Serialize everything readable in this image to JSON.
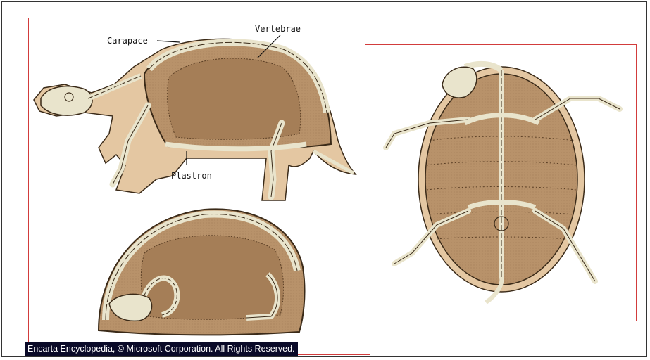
{
  "labels": {
    "carapace": "Carapace",
    "vertebrae": "Vertebrae",
    "plastron": "Plastron"
  },
  "credit": "Encarta Encyclopedia, © Microsoft Corporation. All Rights Reserved.",
  "colors": {
    "shell": "#b8926a",
    "shell_dark": "#7a5636",
    "bone": "#e9e4cc",
    "bone_outline": "#3a2a18",
    "skin": "#e4c7a2",
    "panel_border": "#d23c3c",
    "credit_bg": "#0a0a28"
  }
}
